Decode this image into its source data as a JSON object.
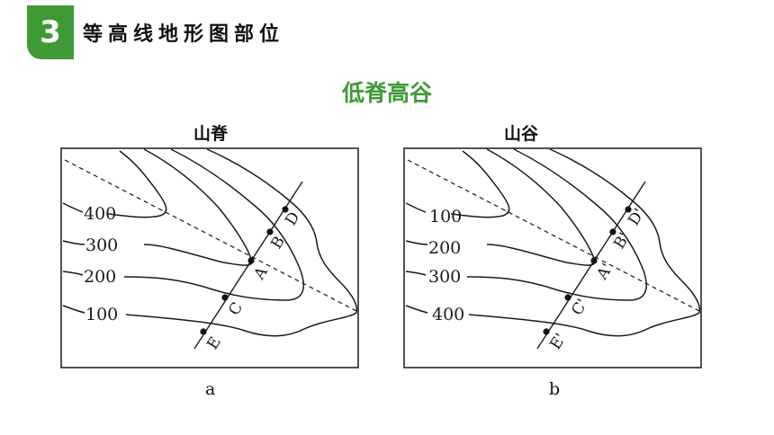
{
  "header": {
    "number": "3",
    "title": "等高线地形图部位",
    "subtitle": "低脊高谷"
  },
  "panels": [
    {
      "title": "山脊",
      "caption": "a",
      "elevations": [
        "400",
        "300",
        "200",
        "100"
      ],
      "points": [
        "D",
        "B",
        "A",
        "C",
        "E"
      ]
    },
    {
      "title": "山谷",
      "caption": "b",
      "elevations": [
        "100",
        "200",
        "300",
        "400"
      ],
      "points": [
        "D'",
        "B'",
        "A'",
        "C'",
        "E'"
      ]
    }
  ]
}
